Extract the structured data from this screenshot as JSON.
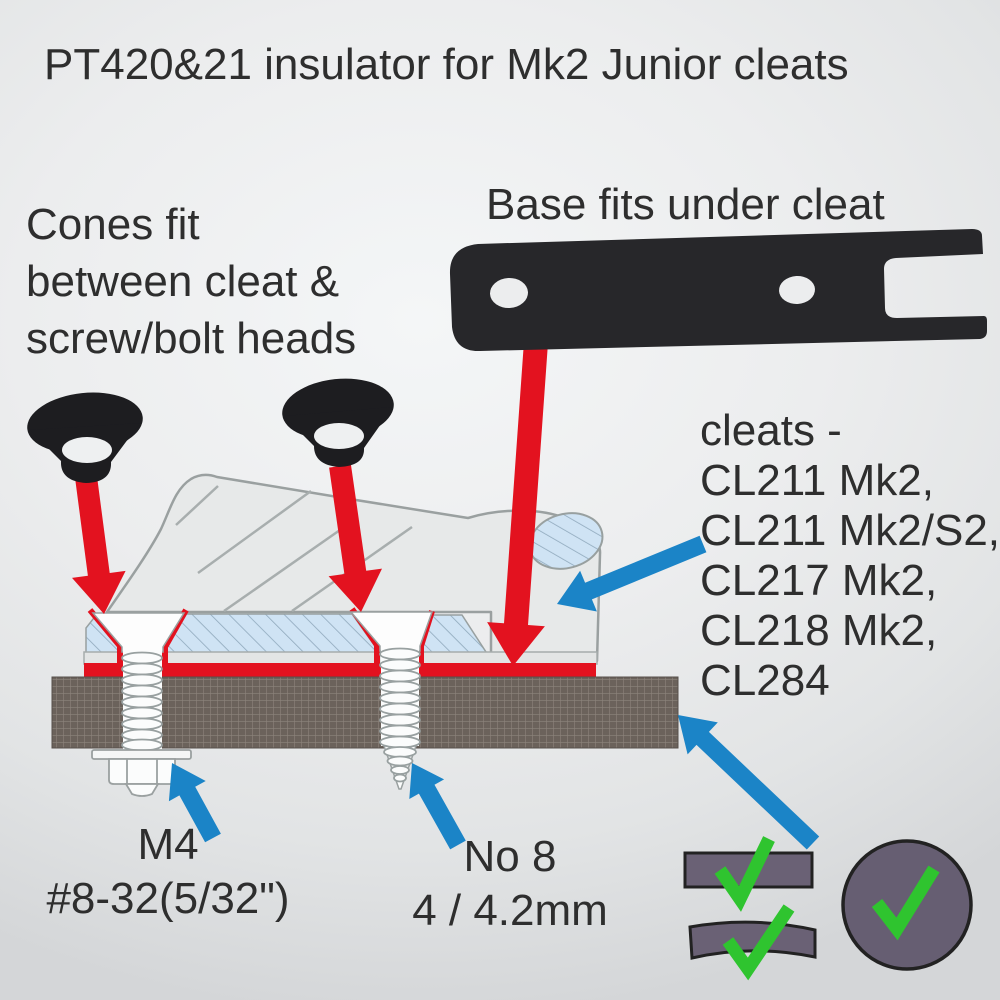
{
  "title": "PT420&21 insulator for Mk2 Junior cleats",
  "annotations": {
    "cones_note": "Cones fit\nbetween cleat &\nscrew/bolt heads",
    "base_note": "Base fits under cleat",
    "compatible_cleats": "cleats -\nCL211 Mk2,\nCL211 Mk2/S2,\nCL217 Mk2,\nCL218 Mk2,\nCL284",
    "left_fastener": "M4\n#8-32(5/32\")",
    "right_fastener": "No 8\n4 / 4.2mm"
  },
  "parts": {
    "base_plate": "insulator base plate (fits under cleat)",
    "cone_washers": "two black insulating cones",
    "cleat_cross_section": "cleat shown in cross-section with countersunk fasteners",
    "mounting_board": "mounting surface board",
    "left_fastener_type": "M4 machine bolt with washer and nut",
    "right_fastener_type": "No 8 self-tapping screw",
    "surface_checks": "works on flat, curved and round surfaces"
  },
  "icons": {
    "check_icon": "green tick ✓",
    "red_arrow_icon": "red placement arrow",
    "blue_arrow_icon": "blue callout arrow"
  },
  "colors": {
    "insulator_red": "#e3121f",
    "callout_blue": "#1b84c7",
    "check_green": "#2fc42f",
    "surface_gray": "#6a6175",
    "board_brown": "#6b625b",
    "hatch_blue": "#cfe3f4",
    "plate_black": "#27272a",
    "text": "#2e2e2e"
  }
}
